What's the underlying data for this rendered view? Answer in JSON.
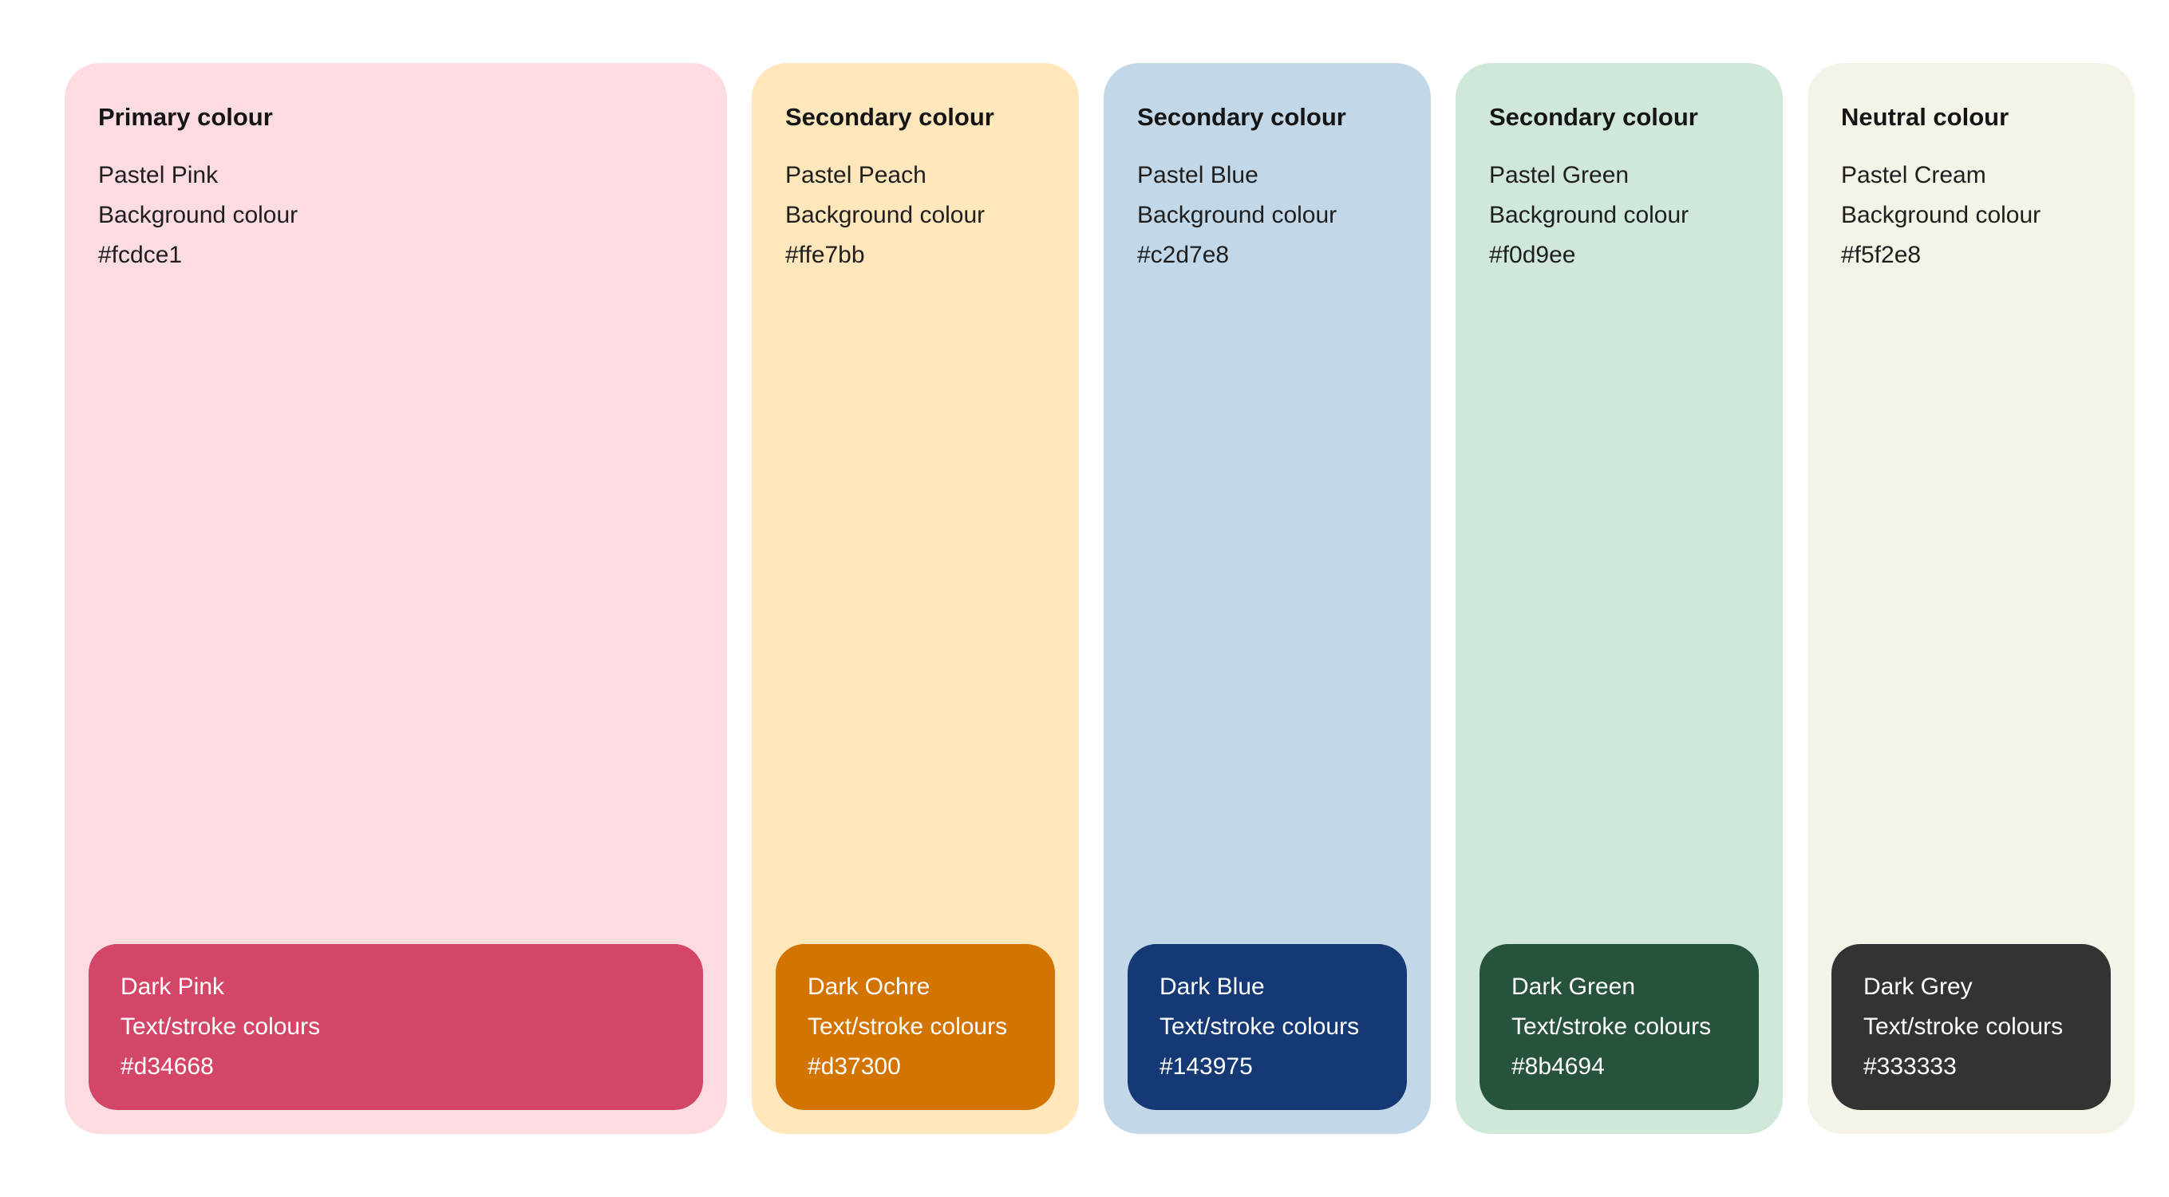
{
  "page": {
    "background": "#ffffff"
  },
  "cards": [
    {
      "category": "Primary colour",
      "name": "Pastel Pink",
      "usage": "Background colour",
      "hex": "#fcdce1",
      "fill": "#fcdce1",
      "text_color": "#1e1e1e",
      "swatch": {
        "name": "Dark Pink",
        "usage": "Text/stroke colours",
        "hex": "#d34668",
        "fill": "#d34668",
        "text_color": "#ffffff"
      }
    },
    {
      "category": "Secondary colour",
      "name": "Pastel Peach",
      "usage": "Background colour",
      "hex": "#ffe7bb",
      "fill": "#ffe7bb",
      "text_color": "#1e1e1e",
      "swatch": {
        "name": "Dark Ochre",
        "usage": "Text/stroke colours",
        "hex": "#d37300",
        "fill": "#d37300",
        "text_color": "#ffffff"
      }
    },
    {
      "category": "Secondary colour",
      "name": "Pastel Blue",
      "usage": "Background colour",
      "hex": "#c2d7e8",
      "fill": "#c2d7e8",
      "text_color": "#1e1e1e",
      "swatch": {
        "name": "Dark Blue",
        "usage": "Text/stroke colours",
        "hex": "#143975",
        "fill": "#143975",
        "text_color": "#ffffff"
      }
    },
    {
      "category": "Secondary colour",
      "name": "Pastel Green",
      "usage": "Background colour",
      "hex": "#f0d9ee",
      "fill": "#cfe8da",
      "text_color": "#1e1e1e",
      "swatch": {
        "name": "Dark Green",
        "usage": "Text/stroke colours",
        "hex": "#8b4694",
        "fill": "#27523b",
        "text_color": "#ffffff"
      }
    },
    {
      "category": "Neutral colour",
      "name": "Pastel Cream",
      "usage": "Background colour",
      "hex": "#f5f2e8",
      "fill": "#f5f2e8",
      "text_color": "#1e1e1e",
      "swatch": {
        "name": "Dark Grey",
        "usage": "Text/stroke colours",
        "hex": "#333333",
        "fill": "#333333",
        "text_color": "#ffffff"
      }
    }
  ]
}
